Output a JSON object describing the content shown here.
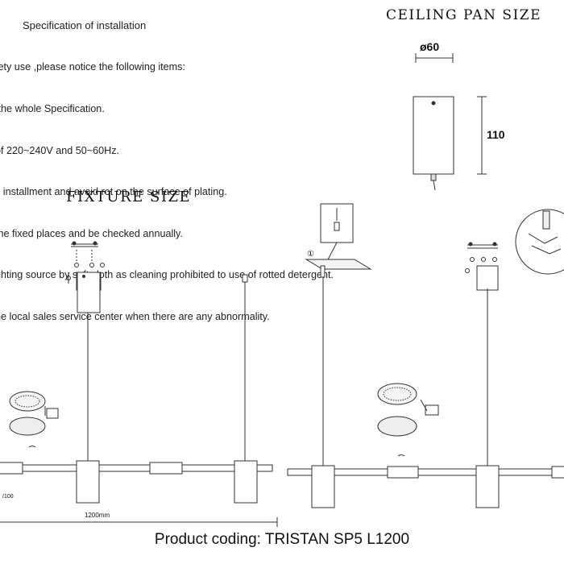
{
  "spec": {
    "title": "Specification of installation",
    "lines": [
      "fety use ,please notice the following items:",
      " the whole Specification.",
      "of 220~240V and 50~60Hz.",
      "s installment and avoid rot on the surface of plating.",
      "the fixed places and be checked annually.",
      "ghting source by soft cloth as cleaning prohibited to use of rotted detergent.",
      "he local sales service center when there are any abnormality."
    ]
  },
  "ceiling_pan": {
    "title": "CEILING PAN SIZE",
    "diameter_label": "ø60",
    "height_label": "110"
  },
  "fixture": {
    "title": "FIXTURE SIZE",
    "width_label": "1200mm",
    "small_label": "/100",
    "step_marker": "①"
  },
  "product": {
    "coding_label": "Product coding: TRISTAN SP5 L1200"
  },
  "colors": {
    "line": "#333333",
    "fill_light": "#f4f4f4"
  }
}
